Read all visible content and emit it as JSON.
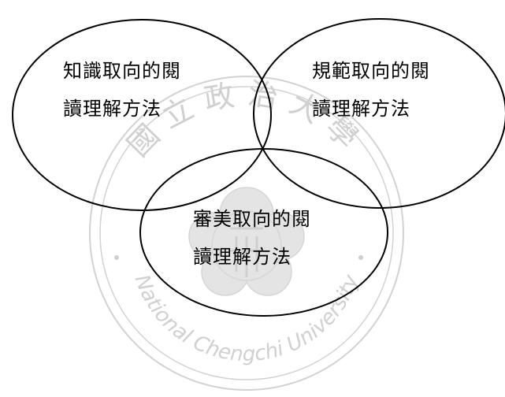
{
  "diagram": {
    "circles": [
      {
        "id": "knowledge",
        "line1": "知識取向的閱",
        "line2": "讀理解方法"
      },
      {
        "id": "norm",
        "line1": "規範取向的閱",
        "line2": "讀理解方法"
      },
      {
        "id": "aesthetic",
        "line1": "審美取向的閱",
        "line2": "讀理解方法"
      }
    ],
    "stroke_color": "#000000"
  },
  "watermark": {
    "text_top": "國 立 政 治 大 學",
    "text_bottom": "National Chengchi University",
    "color": "#cfcfcf"
  }
}
